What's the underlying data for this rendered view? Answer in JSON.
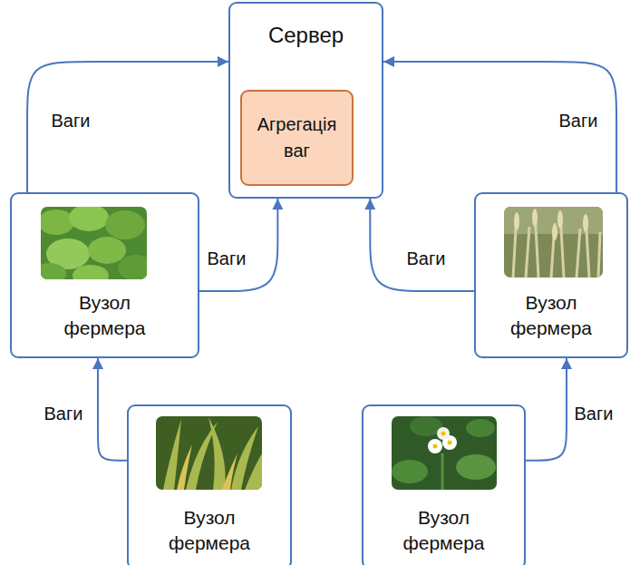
{
  "diagram": {
    "nodes": [
      {
        "text": [
          "Сервер"
        ]
      },
      {
        "text": [
          "Агрегація ваг"
        ],
        "in": 0
      },
      {
        "text": [
          "Вузол фермера"
        ]
      },
      {
        "text": [
          "Вузол фермера"
        ]
      },
      {
        "text": [
          "Вузол фермера"
        ]
      },
      {
        "text": [
          "Вузол фермера"
        ]
      }
    ],
    "edges": [
      {
        "from": 2,
        "to": 0,
        "label": "Ваги",
        "arrow": "to"
      },
      {
        "from": 2,
        "to": 0,
        "label": "Ваги",
        "arrow": "to"
      },
      {
        "from": 3,
        "to": 0,
        "label": "Ваги",
        "arrow": "to"
      },
      {
        "from": 3,
        "to": 0,
        "label": "Ваги",
        "arrow": "to"
      },
      {
        "from": 4,
        "to": 2,
        "label": "Ваги",
        "arrow": "to"
      },
      {
        "from": 5,
        "to": 3,
        "label": "Ваги",
        "arrow": "to"
      }
    ]
  }
}
